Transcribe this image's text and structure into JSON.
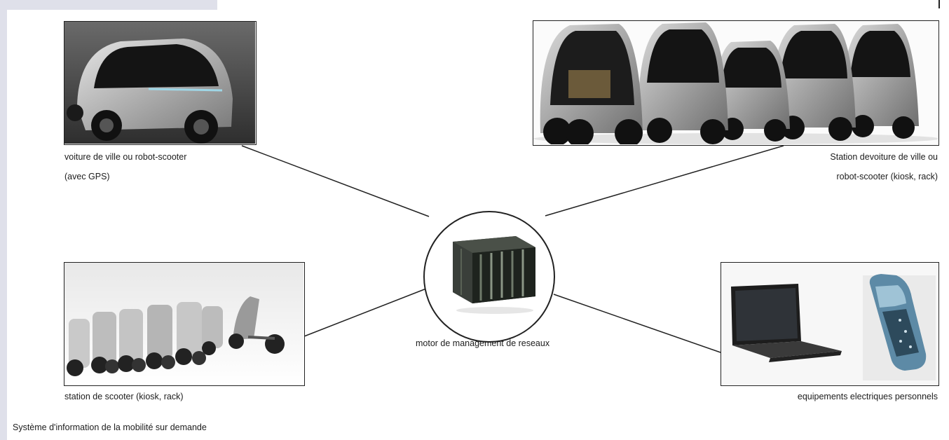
{
  "nodes": {
    "city_car": {
      "caption_line1": "voiture de ville ou robot-scooter",
      "caption_line2": "(avec GPS)"
    },
    "car_station": {
      "caption_line1": "Station devoiture de ville ou",
      "caption_line2": "robot-scooter  (kiosk, rack)"
    },
    "scooter_station": {
      "caption": "station de scooter (kiosk, rack)"
    },
    "personal_devices": {
      "caption": "equipements electriques personnels"
    },
    "hub": {
      "caption": "motor de management de reseaux"
    }
  },
  "figure_caption": "Système d'information de la mobilité sur demande"
}
